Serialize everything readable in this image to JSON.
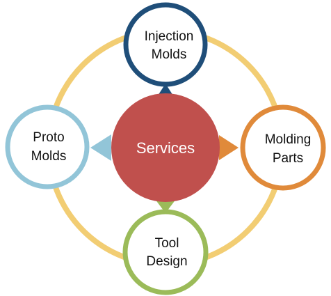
{
  "center": {
    "label": "Services",
    "color": "#C0504D"
  },
  "ring": {
    "color": "#F2CD73"
  },
  "nodes": [
    {
      "id": "top",
      "line1": "Injection",
      "line2": "Molds",
      "color": "#1F4E79"
    },
    {
      "id": "right",
      "line1": "Molding",
      "line2": "Parts",
      "color": "#E08A3A"
    },
    {
      "id": "bottom",
      "line1": "Tool",
      "line2": "Design",
      "color": "#9BBB59"
    },
    {
      "id": "left",
      "line1": "Proto",
      "line2": "Molds",
      "color": "#92C5D8"
    }
  ]
}
